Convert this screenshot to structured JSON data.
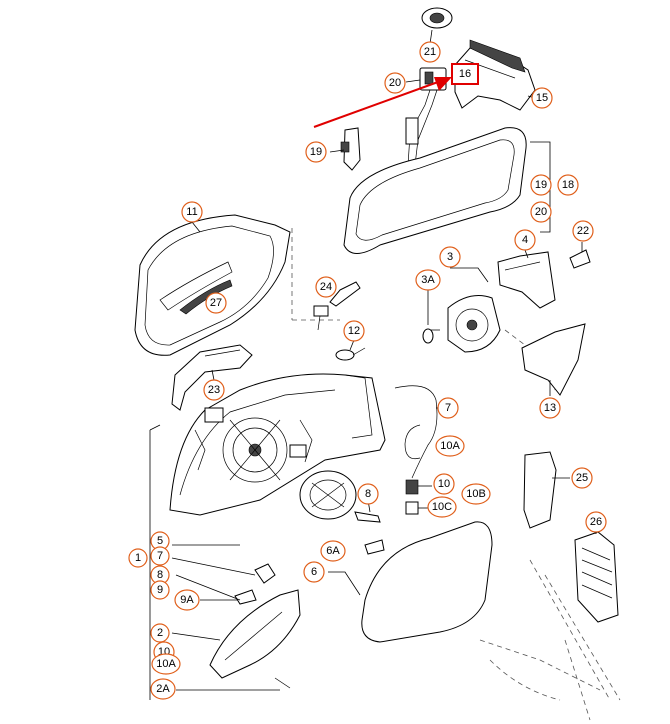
{
  "callouts": {
    "c21": "21",
    "c16": "16",
    "c20a": "20",
    "c15": "15",
    "c19a": "19",
    "c19b": "19",
    "c18": "18",
    "c20b": "20",
    "c11": "11",
    "c27": "27",
    "c3": "3",
    "c3a": "3A",
    "c4": "4",
    "c22": "22",
    "c24": "24",
    "c12": "12",
    "c23": "23",
    "c7": "7",
    "c10a": "10A",
    "c10": "10",
    "c10b": "10B",
    "c10c": "10C",
    "c13": "13",
    "c25": "25",
    "c8": "8",
    "c5": "5",
    "c1": "1",
    "c7b": "7",
    "c6a": "6A",
    "c6": "6",
    "c8b": "8",
    "c9": "9",
    "c9a": "9A",
    "c2": "2",
    "c10d": "10",
    "c10e": "10A",
    "c2a": "2A",
    "c26": "26"
  },
  "colors": {
    "callout_ring": "#e0601c",
    "highlight_box": "#e00000",
    "arrow": "#e00000"
  }
}
